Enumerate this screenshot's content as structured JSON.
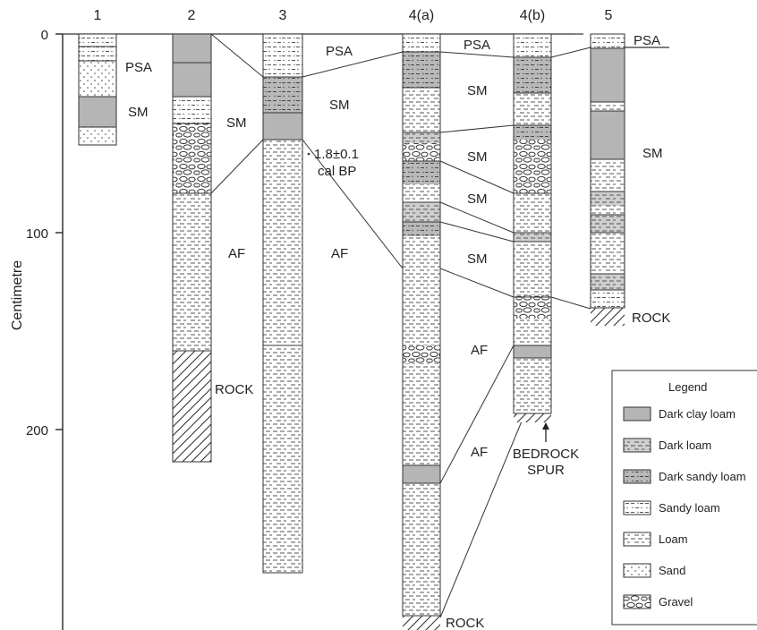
{
  "axis": {
    "ylabel": "Centimetre",
    "ticks": [
      "0",
      "100",
      "200"
    ]
  },
  "columns": {
    "c1": "1",
    "c2": "2",
    "c3": "3",
    "c4a": "4(a)",
    "c4b": "4(b)",
    "c5": "5"
  },
  "units": {
    "psa": "PSA",
    "sm": "SM",
    "af": "AF",
    "rock": "ROCK"
  },
  "date_label": {
    "line1": "1.8±0.1",
    "line2": "cal BP"
  },
  "annotation": {
    "line1": "BEDROCK",
    "line2": "SPUR"
  },
  "legend": {
    "title": "Legend",
    "items": {
      "dark_clay_loam": "Dark clay loam",
      "dark_loam": "Dark loam",
      "dark_sandy_loam": "Dark sandy loam",
      "sandy_loam": "Sandy loam",
      "loam": "Loam",
      "sand": "Sand",
      "gravel": "Gravel"
    }
  },
  "colors": {
    "dark_fill": "#b5b5b5",
    "line": "#333333"
  }
}
